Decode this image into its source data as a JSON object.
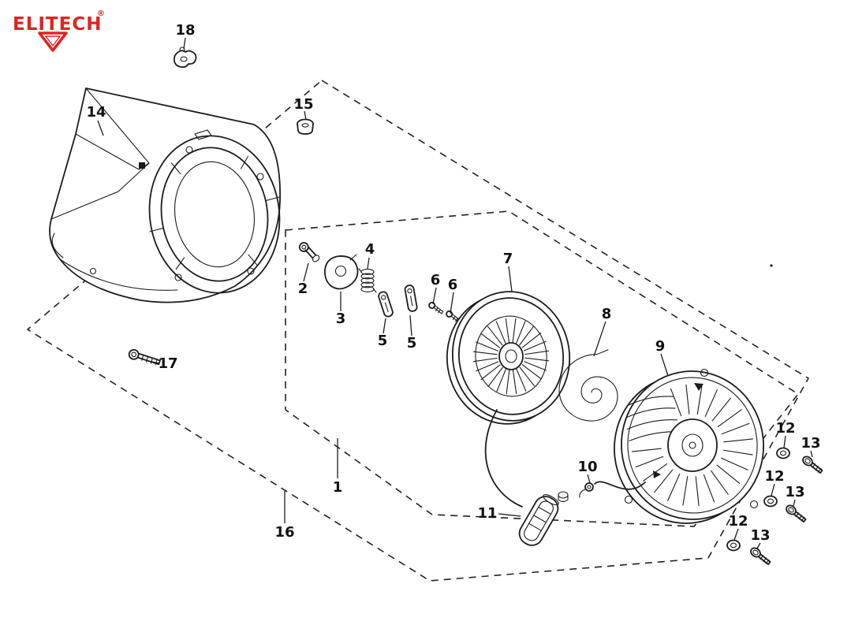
{
  "brand": {
    "name": "ELITECH",
    "registered": "®",
    "logo_icon": "triangle-down-outline",
    "color": "#e02421"
  },
  "theme": {
    "line_color": "#1c1c1c",
    "dash_color": "#222222",
    "label_color": "#111111",
    "background": "#ffffff"
  },
  "diagram": {
    "labels": {
      "l18": {
        "text": "18"
      },
      "l14": {
        "text": "14"
      },
      "l15": {
        "text": "15"
      },
      "l2": {
        "text": "2"
      },
      "l4": {
        "text": "4"
      },
      "l3": {
        "text": "3"
      },
      "l5a": {
        "text": "5"
      },
      "l5b": {
        "text": "5"
      },
      "l6a": {
        "text": "6"
      },
      "l6b": {
        "text": "6"
      },
      "l7": {
        "text": "7"
      },
      "l8": {
        "text": "8"
      },
      "l9": {
        "text": "9"
      },
      "l17": {
        "text": "17"
      },
      "l1": {
        "text": "1"
      },
      "l16": {
        "text": "16"
      },
      "l10": {
        "text": "10"
      },
      "l11": {
        "text": "11"
      },
      "l12a": {
        "text": "12"
      },
      "l13a": {
        "text": "13"
      },
      "l12b": {
        "text": "12"
      },
      "l13b": {
        "text": "13"
      },
      "l12c": {
        "text": "12"
      },
      "l13c": {
        "text": "13"
      }
    }
  }
}
